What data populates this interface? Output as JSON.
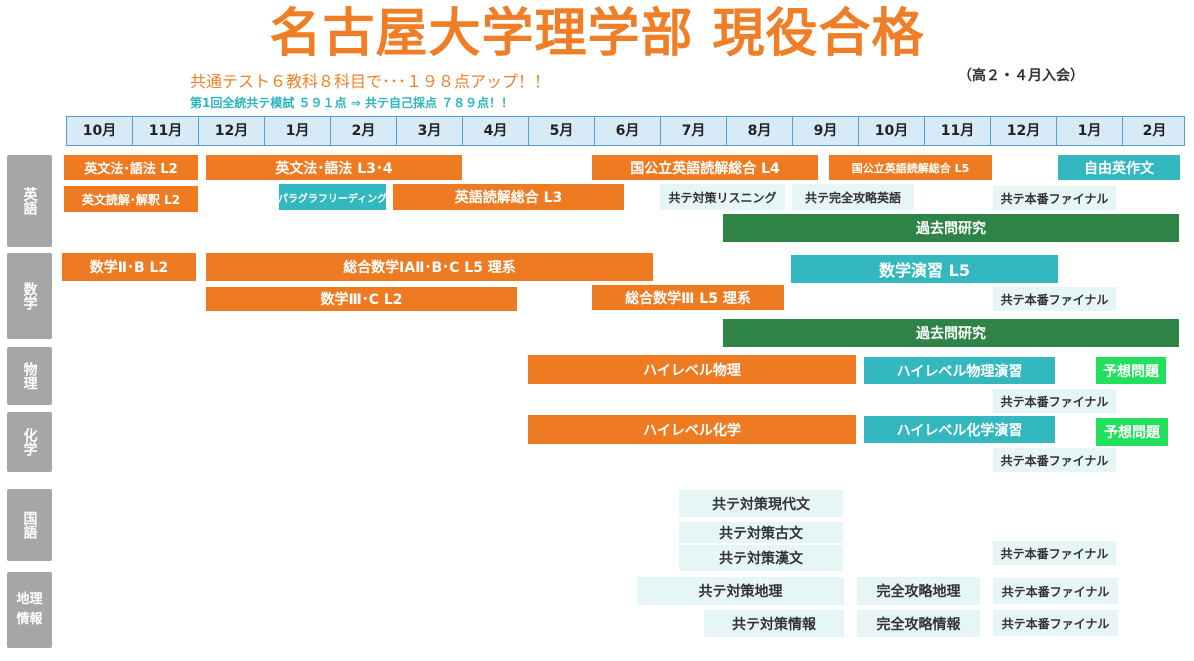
{
  "header": {
    "title": "名古屋大学理学部 現役合格",
    "subtitle": "共通テスト６教科８科目で･･･１９８点アップ！！",
    "score_line": "第1回全統共テ模試 ５９１点 ⇒ 共テ自己採点 ７８９点！！",
    "entry_note": "（高２・４月入会）"
  },
  "months": [
    "10月",
    "11月",
    "12月",
    "1月",
    "2月",
    "3月",
    "4月",
    "5月",
    "6月",
    "7月",
    "8月",
    "9月",
    "10月",
    "11月",
    "12月",
    "1月",
    "2月"
  ],
  "subjects": [
    "英語",
    "数学",
    "物理",
    "化学",
    "国語",
    "地理情報"
  ],
  "courses": {
    "english_grammar_l2": "英文法･語法 L2",
    "english_grammar_l34": "英文法･語法 L3･4",
    "national_english_l4": "国公立英語読解総合 L4",
    "national_english_l5": "国公立英語読解総合 L5",
    "free_composition": "自由英作文",
    "english_reading_l2": "英文読解･解釈 L2",
    "paragraph_reading": "パラグラフリーディング",
    "english_reading_l3": "英語読解総合 L3",
    "kyotest_listening": "共テ対策リスニング",
    "kyotest_english": "共テ完全攻略英語",
    "kyotest_final_english": "共テ本番ファイナル",
    "past_exam_english": "過去問研究",
    "math2b_l2": "数学Ⅱ･B L2",
    "comprehensive_math": "総合数学ⅠAⅡ･B･C L5 理系",
    "math_practice_l5": "数学演習 L5",
    "math3c_l2": "数学Ⅲ･C L2",
    "comprehensive_math3": "総合数学Ⅲ L5 理系",
    "kyotest_final_math": "共テ本番ファイナル",
    "past_exam_math": "過去問研究",
    "physics_high": "ハイレベル物理",
    "physics_practice": "ハイレベル物理演習",
    "physics_forecast": "予想問題",
    "kyotest_final_physics": "共テ本番ファイナル",
    "chemistry_high": "ハイレベル化学",
    "chemistry_practice": "ハイレベル化学演習",
    "chemistry_forecast": "予想問題",
    "kyotest_final_chemistry": "共テ本番ファイナル",
    "kyotest_modern": "共テ対策現代文",
    "kyotest_classic": "共テ対策古文",
    "kyotest_chinese": "共テ対策漢文",
    "kyotest_final_japanese": "共テ本番ファイナル",
    "kyotest_geography": "共テ対策地理",
    "complete_geography": "完全攻略地理",
    "kyotest_final_geography": "共テ本番ファイナル",
    "kyotest_info": "共テ対策情報",
    "complete_info": "完全攻略情報",
    "kyotest_final_info": "共テ本番ファイナル"
  },
  "colors": {
    "lecture": "#ee7b22",
    "practice": "#34b8c0",
    "past_exam": "#2e8446",
    "forecast": "#22e05e",
    "kyotest": "#e6f5f6",
    "subject_label": "#a6a6a6",
    "title": "#f07e26"
  }
}
